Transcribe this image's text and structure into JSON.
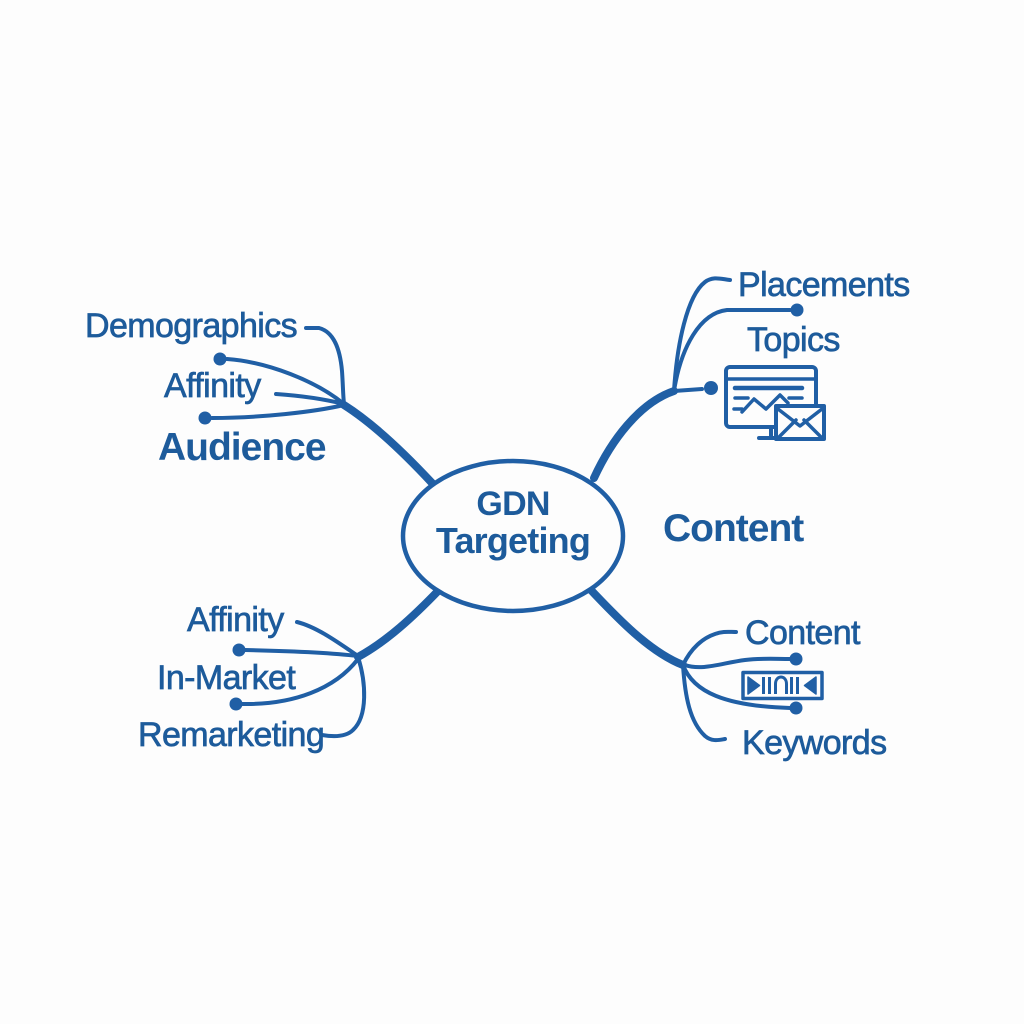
{
  "colors": {
    "line": "#205fa5",
    "text": "#1d5b9b",
    "background": "#fdfdfd"
  },
  "center": {
    "line1": "GDN",
    "line2": "Targeting"
  },
  "branches": {
    "top_left": {
      "label": "Audience",
      "items": [
        {
          "label": "Demographics"
        },
        {
          "label": "Affinity"
        }
      ]
    },
    "top_right": {
      "label": "Content",
      "items": [
        {
          "label": "Placements"
        },
        {
          "label": "Topics"
        }
      ],
      "icon": "browser-analytics-envelope-icon"
    },
    "bottom_left": {
      "items": [
        {
          "label": "Affinity"
        },
        {
          "label": "In-Market"
        },
        {
          "label": "Remarketing"
        }
      ]
    },
    "bottom_right": {
      "items": [
        {
          "label": "Content"
        },
        {
          "label": "Keywords"
        }
      ],
      "icon": "barcode-scan-icon"
    }
  }
}
